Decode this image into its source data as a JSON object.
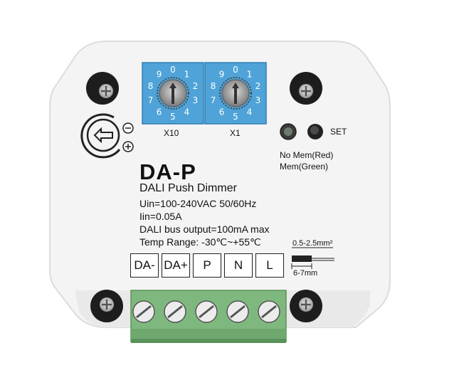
{
  "product": {
    "model": "DA-P",
    "name": "DALI Push Dimmer",
    "specs": [
      "Uin=100-240VAC 50/60Hz",
      "Iin=0.05A",
      "DALI bus output=100mA max",
      "Temp Range: -30℃~+55℃"
    ]
  },
  "rotary_switches": [
    {
      "label": "X10",
      "digits": [
        "0",
        "1",
        "2",
        "3",
        "4",
        "5",
        "6",
        "7",
        "8",
        "9"
      ]
    },
    {
      "label": "X1",
      "digits": [
        "0",
        "1",
        "2",
        "3",
        "4",
        "5",
        "6",
        "7",
        "8",
        "9"
      ]
    }
  ],
  "potentiometer": {
    "minus": "−",
    "plus": "+"
  },
  "set_button": {
    "label": "SET"
  },
  "indicator": {
    "line1": "No Mem(Red)",
    "line2": "Mem(Green)"
  },
  "terminals": [
    "DA-",
    "DA+",
    "P",
    "N",
    "L"
  ],
  "wire_spec": {
    "cross_section": "0.5-2.5mm²",
    "strip_length": "6-7mm"
  },
  "colors": {
    "housing": "#f4f4f4",
    "dial_blue": "#4fa3d8",
    "terminal_green": "#7fb87f"
  }
}
